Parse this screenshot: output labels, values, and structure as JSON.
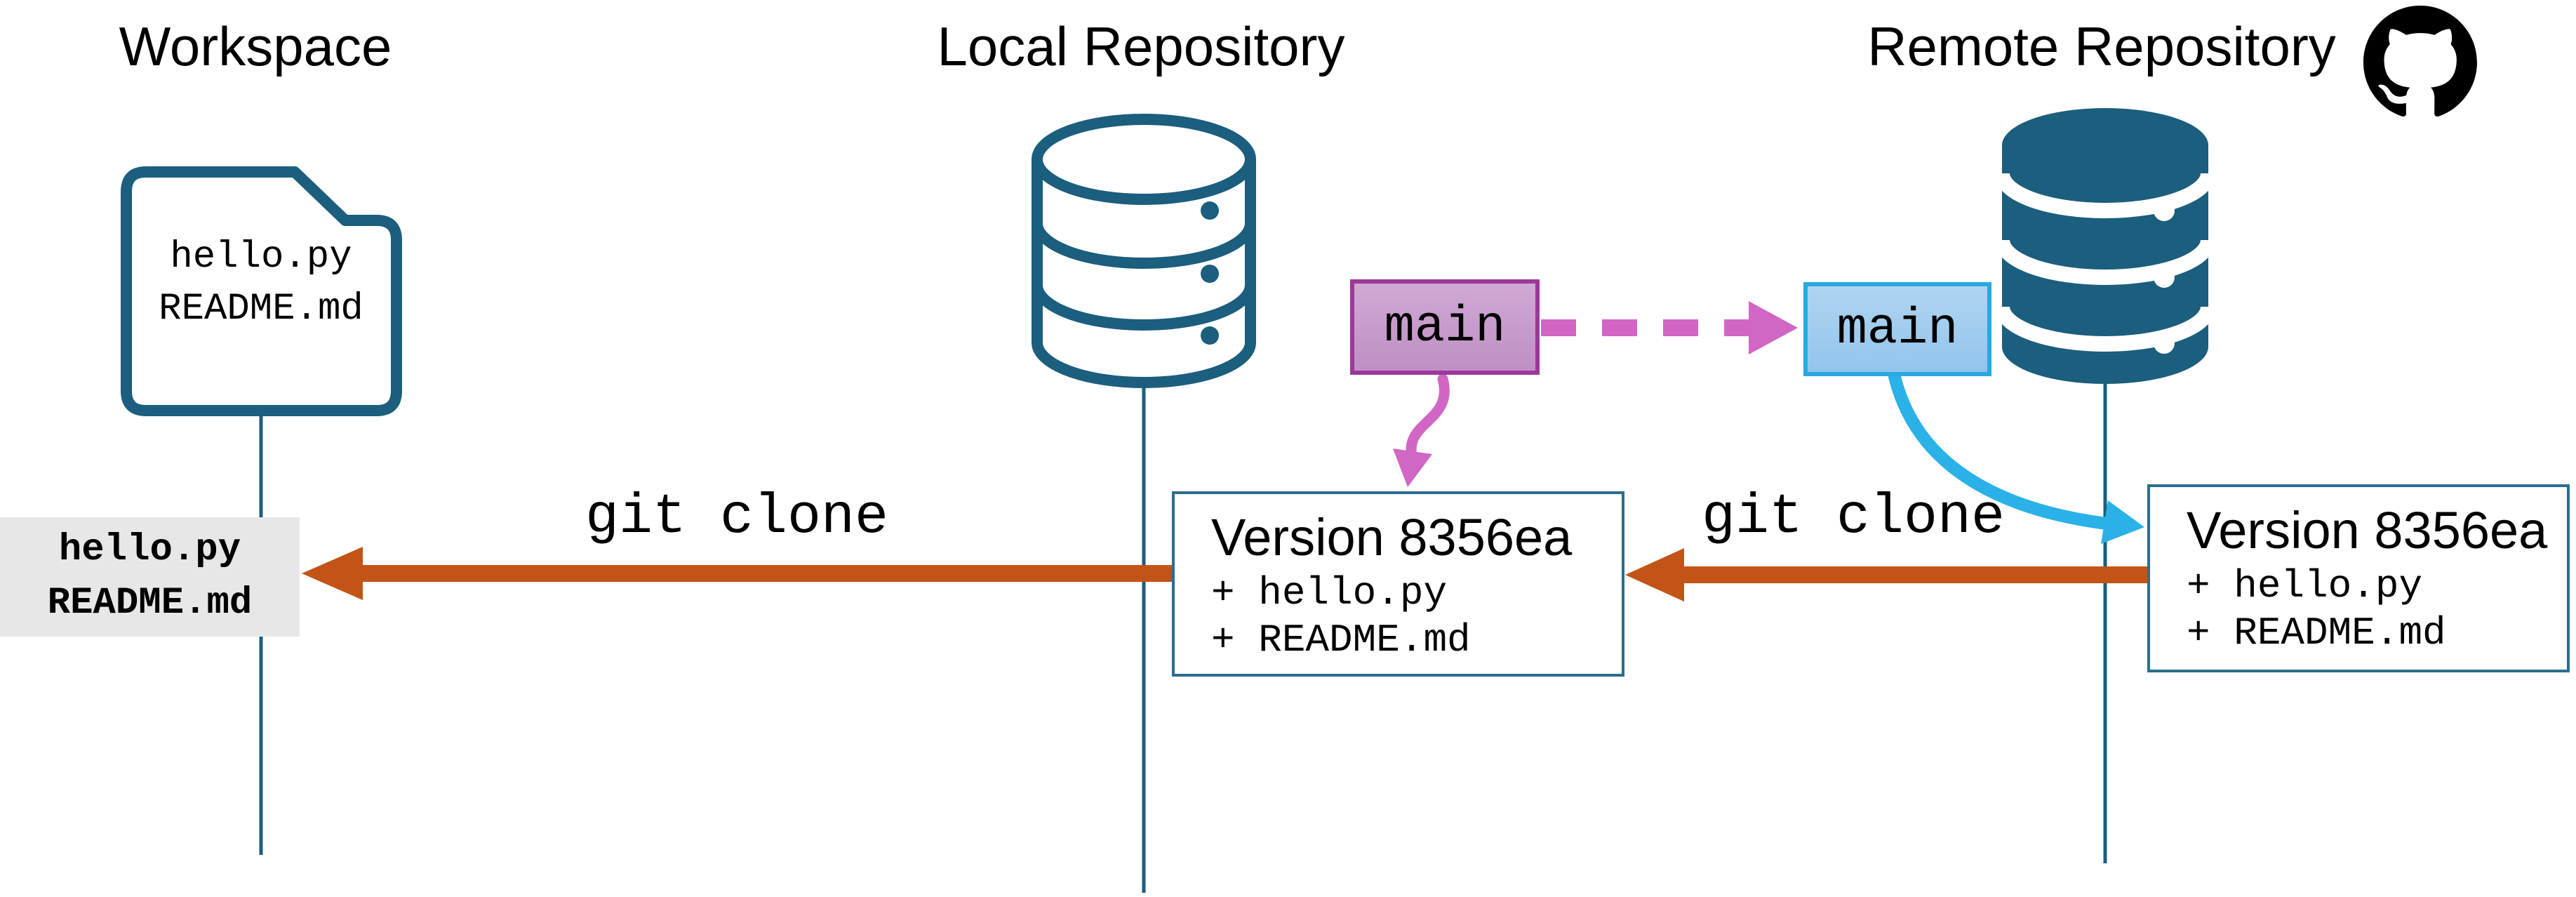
{
  "workspace": {
    "title": "Workspace",
    "folder_files": [
      "hello.py",
      "README.md"
    ],
    "working_files": [
      "hello.py",
      "README.md"
    ]
  },
  "local_repo": {
    "title": "Local Repository",
    "branch": "main",
    "version_box": {
      "title": "Version 8356ea",
      "changes": [
        "+ hello.py",
        "+ README.md"
      ]
    }
  },
  "remote_repo": {
    "title": "Remote Repository",
    "branch": "main",
    "version_box": {
      "title": "Version 8356ea",
      "changes": [
        "+ hello.py",
        "+ README.md"
      ]
    }
  },
  "labels": {
    "clone_remote_to_local": "git clone",
    "clone_local_to_workspace": "git clone"
  },
  "icons": {
    "workspace": "folder-icon",
    "local_repo": "database-outline-icon",
    "remote_repo": "database-solid-icon",
    "remote_brand": "github-octocat-icon"
  },
  "colors": {
    "teal": "#1b5e7d",
    "version_box_border": "#2b6e90",
    "orange_arrow": "#c35417",
    "magenta_arrow": "#d166c5",
    "purple_branch_border": "#9d389a",
    "purple_branch_fill_top": "#cfa9d3",
    "purple_branch_fill_bottom": "#bf8fc4",
    "blue_branch_border": "#2aa8e0",
    "blue_branch_fill_top": "#b0d4f1",
    "blue_branch_fill_bottom": "#92c5ec",
    "cyan_arrow": "#2ab2e8",
    "working_copy_box": "#e8e7e7",
    "github_logo": "#000000",
    "text": "#000000",
    "background": "#ffffff"
  }
}
